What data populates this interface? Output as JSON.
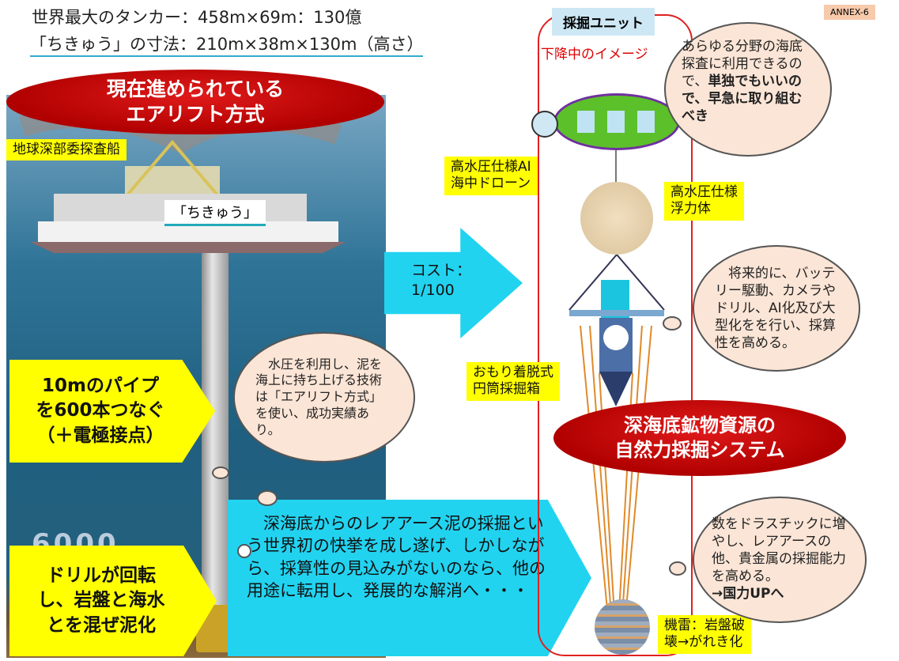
{
  "top": {
    "line1": "世界最大のタンカー：458m×69m：130億",
    "line2": "「ちきゅう」の寸法：210m×38m×130m（高さ）"
  },
  "left": {
    "banner": "現在進められている\nエアリフト方式",
    "ship_tag": "地球深部委探査船",
    "ship_name": "「ちきゅう」",
    "pipe_callout": "10mのパイプ\nを600本つなぐ\n（＋電極接点）",
    "drill_callout": "ドリルが回転\nし、岩盤と海水\nとを混ぜ泥化",
    "airlift_cloud": "　水圧を利用し、泥を海上に持ち上げる技術は「エアリフト方式」を使い、成功実績あり。",
    "depth_text": "6000"
  },
  "middle": {
    "cost_arrow": "コスト：\n1/100",
    "bottom_arrow": "　深海底からのレアアース泥の採掘という世界初の快挙を成し遂げ、しかしながら、採算性の見込みがないのなら、他の用途に転用し、発展的な解消へ・・・"
  },
  "right": {
    "annex": "ANNEX-6",
    "unit_title": "採掘ユニット",
    "descending": "下降中のイメージ",
    "drone_label": "高水圧仕様AI\n海中ドローン",
    "float_label": "高水圧仕様\n浮力体",
    "box_label": "おもり着脱式\n円筒採掘箱",
    "mine_label": "機雷：岩盤破\n壊→がれき化",
    "banner": "深海底鉱物資源の\n自然力採掘システム",
    "cloud1_plain": "あらゆる分野の海底探査に利用できるので、",
    "cloud1_bold": "単独でもいいので、早急に取り組むべき",
    "cloud2": "　将来的に、バッテリー駆動、カメラやドリル、AI化及び大型化をを行い、採算性を高める。",
    "cloud3_plain": "数をドラスチックに増やし、レアアースの他、貴金属の採掘能力を高める。",
    "cloud3_bold": "→国力UPへ"
  },
  "colors": {
    "banner_red": "#c00000",
    "callout_yellow": "#ffff00",
    "arrow_cyan": "#22d3f0",
    "cloud_fill": "#fbe5d6",
    "ocean": "#2a6f8f"
  }
}
